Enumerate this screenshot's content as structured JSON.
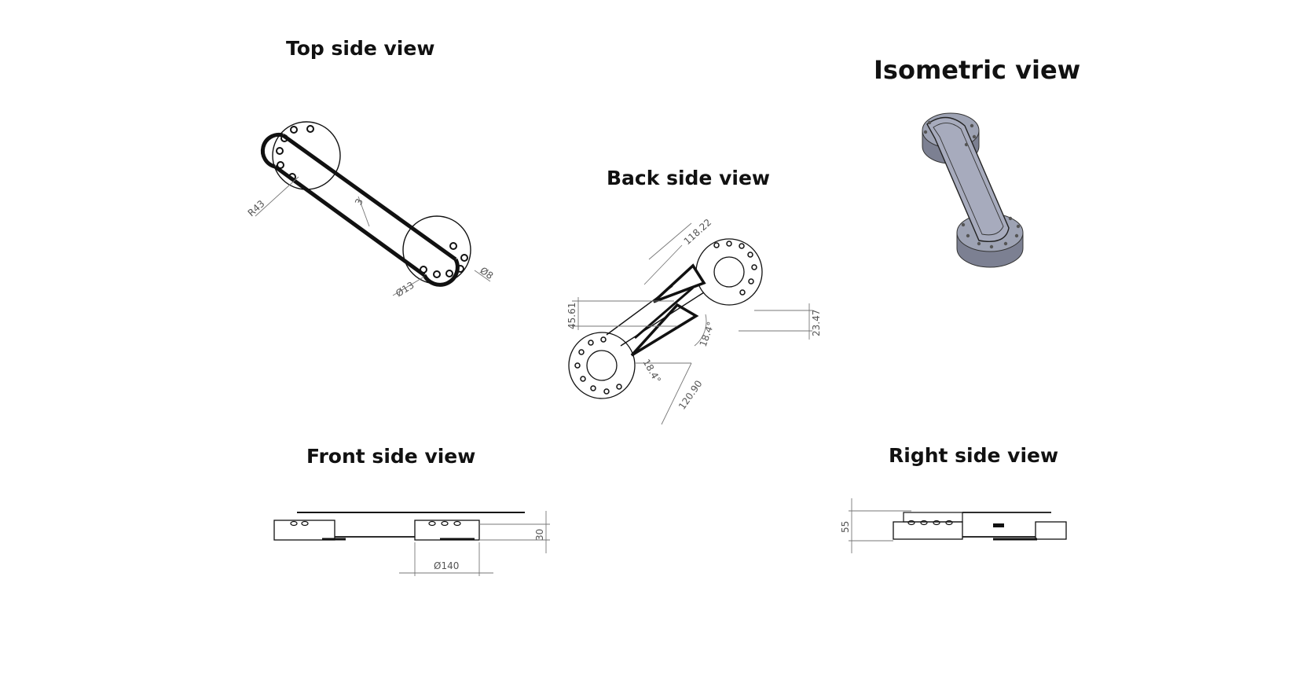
{
  "views": {
    "top": {
      "title": "Top side view"
    },
    "isometric": {
      "title": "Isometric view"
    },
    "back": {
      "title": "Back side view"
    },
    "front": {
      "title": "Front side view"
    },
    "right": {
      "title": "Right side view"
    }
  },
  "dimensions": {
    "top_radius": "R43",
    "top_wall": "3",
    "top_dia_13": "Ø13",
    "top_dia_8": "Ø8",
    "back_len_1": "118.22",
    "back_h_1": "45.61",
    "back_h_2": "23.47",
    "back_angle_1": "18.4°",
    "back_angle_2": "18.4°",
    "back_len_2": "120.90",
    "front_height": "30",
    "front_dia": "Ø140",
    "right_height": "55"
  },
  "colors": {
    "outline": "#111111",
    "dimension": "#777777",
    "iso_fill": "#9ea3b4",
    "iso_shade": "#7c8092"
  }
}
